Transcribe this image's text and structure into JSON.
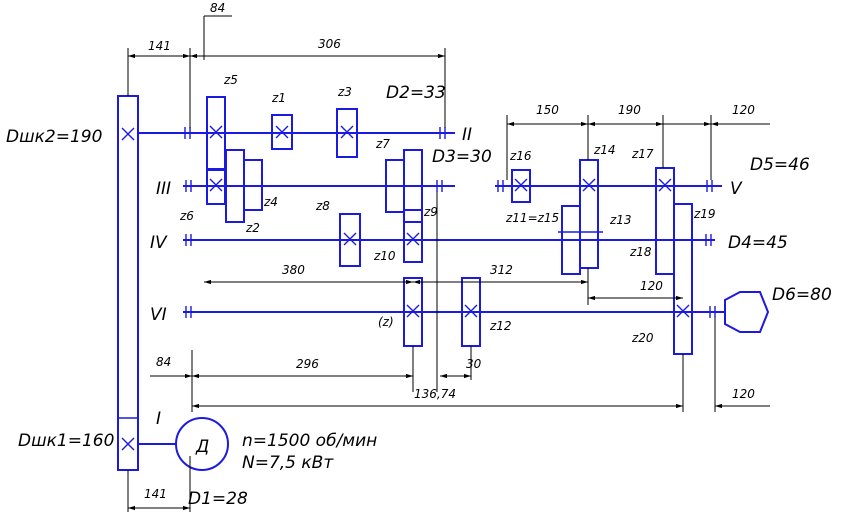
{
  "pulley1": "Dшк1=160",
  "pulley2": "Dшк2=190",
  "motor": {
    "symbol": "Д",
    "speed": "n=1500 об/мин",
    "power": "N=7,5 кВт",
    "shaft": "I"
  },
  "diameters": {
    "d1": "D1=28",
    "d2": "D2=33",
    "d3": "D3=30",
    "d4": "D4=45",
    "d5": "D5=46",
    "d6": "D6=80"
  },
  "shafts": {
    "II": "II",
    "III": "III",
    "IV": "IV",
    "V": "V",
    "VI": "VI"
  },
  "gears": {
    "z1": "z1",
    "z2": "z2",
    "z3": "z3",
    "z4": "z4",
    "z5": "z5",
    "z6": "z6",
    "z7": "z7",
    "z8": "z8",
    "z9": "z9",
    "z10": "z10",
    "z11_15": "z11=z15",
    "z12": "z12",
    "z13": "z13",
    "z14": "z14",
    "z16": "z16",
    "z17": "z17",
    "z18": "z18",
    "z19": "z19",
    "z20": "z20",
    "zx": "(z)"
  },
  "dimensions": {
    "d84_top": "84",
    "d141_top": "141",
    "d306": "306",
    "d150": "150",
    "d190": "190",
    "d120_top": "120",
    "d380": "380",
    "d312": "312",
    "d120_mid": "120",
    "d84_bot": "84",
    "d296": "296",
    "d30": "30",
    "d136": "136,74",
    "d120_bot": "120",
    "d141_bot": "141"
  }
}
